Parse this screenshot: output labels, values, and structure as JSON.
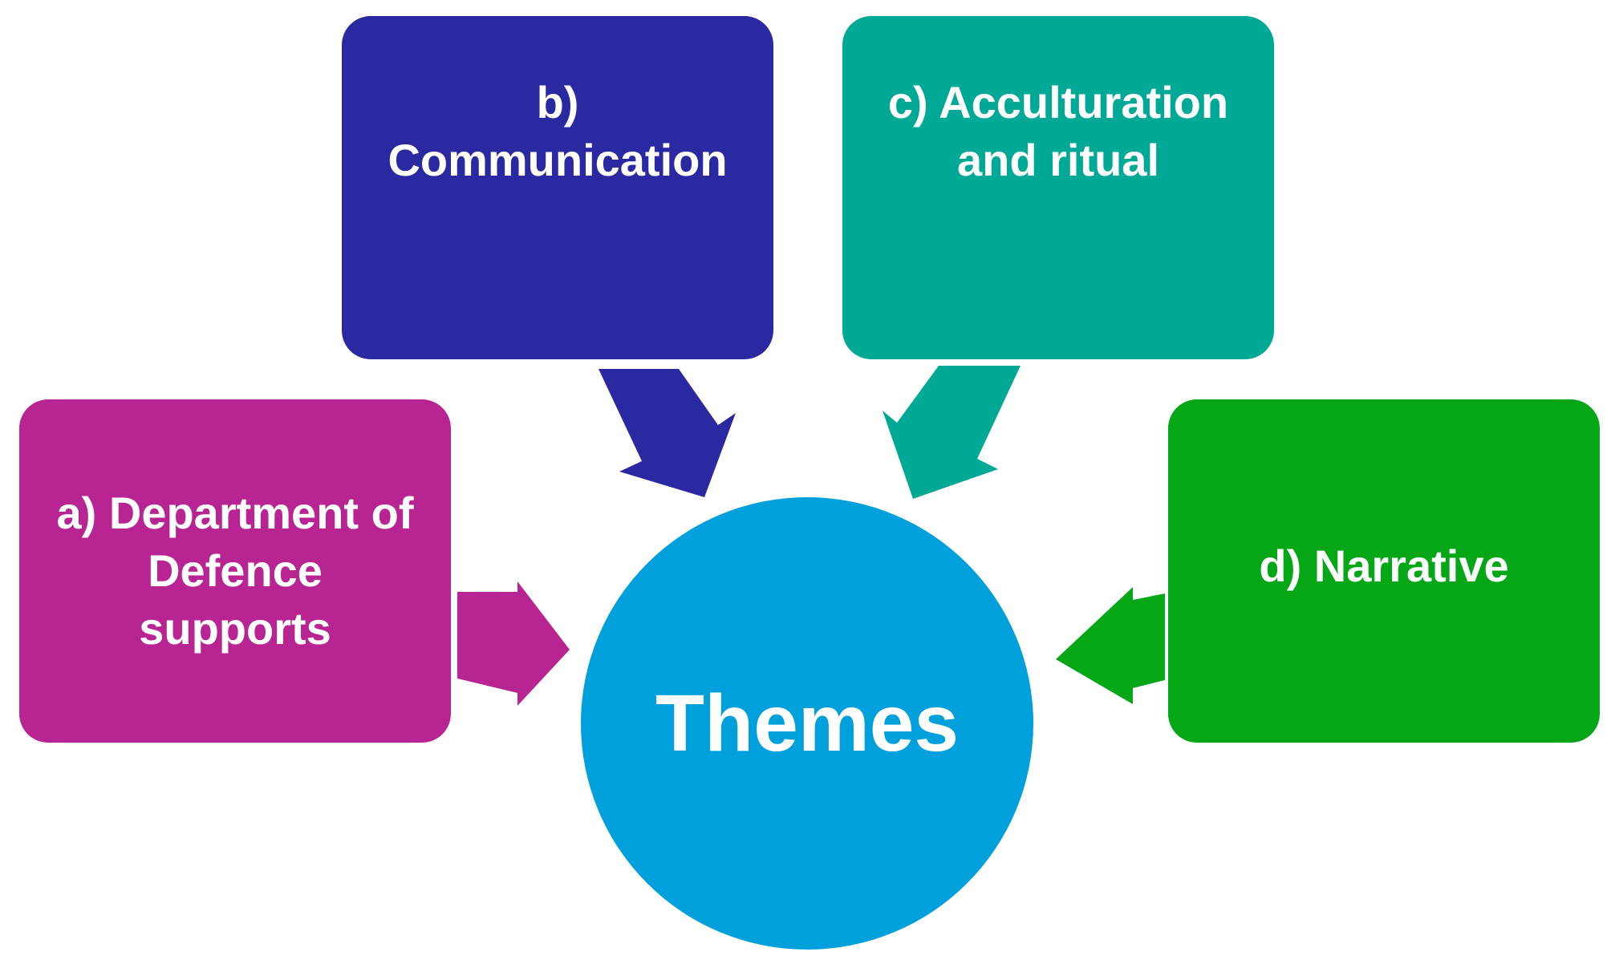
{
  "center": {
    "label": "Themes",
    "color": "#00A0DC"
  },
  "themes": [
    {
      "id": "a",
      "label": "a) Department of\nDefence\nsupports",
      "color": "#B82593"
    },
    {
      "id": "b",
      "label": "b)\nCommunication",
      "color": "#2A29A2"
    },
    {
      "id": "c",
      "label": "c) Acculturation\nand ritual",
      "color": "#00A896"
    },
    {
      "id": "d",
      "label": "d) Narrative",
      "color": "#05A716"
    }
  ]
}
